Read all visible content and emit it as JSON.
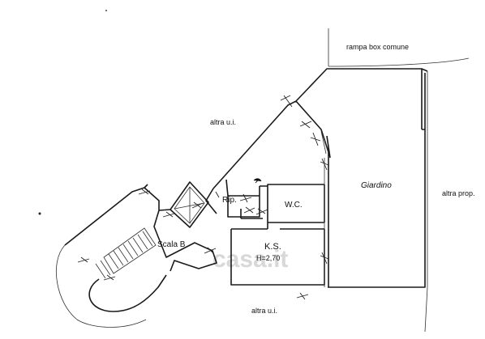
{
  "labels": {
    "rampa": "rampa box comune",
    "altra_top": "altra u.i.",
    "giardino": "Giardino",
    "altra_prop": "altra prop.",
    "rip": "Rip.",
    "wc": "W.C.",
    "ks": "K.S.",
    "ks_height": "H=2,70",
    "scala": "Scala B",
    "altra_bottom": "altra u.i."
  },
  "watermark": "casa.it"
}
